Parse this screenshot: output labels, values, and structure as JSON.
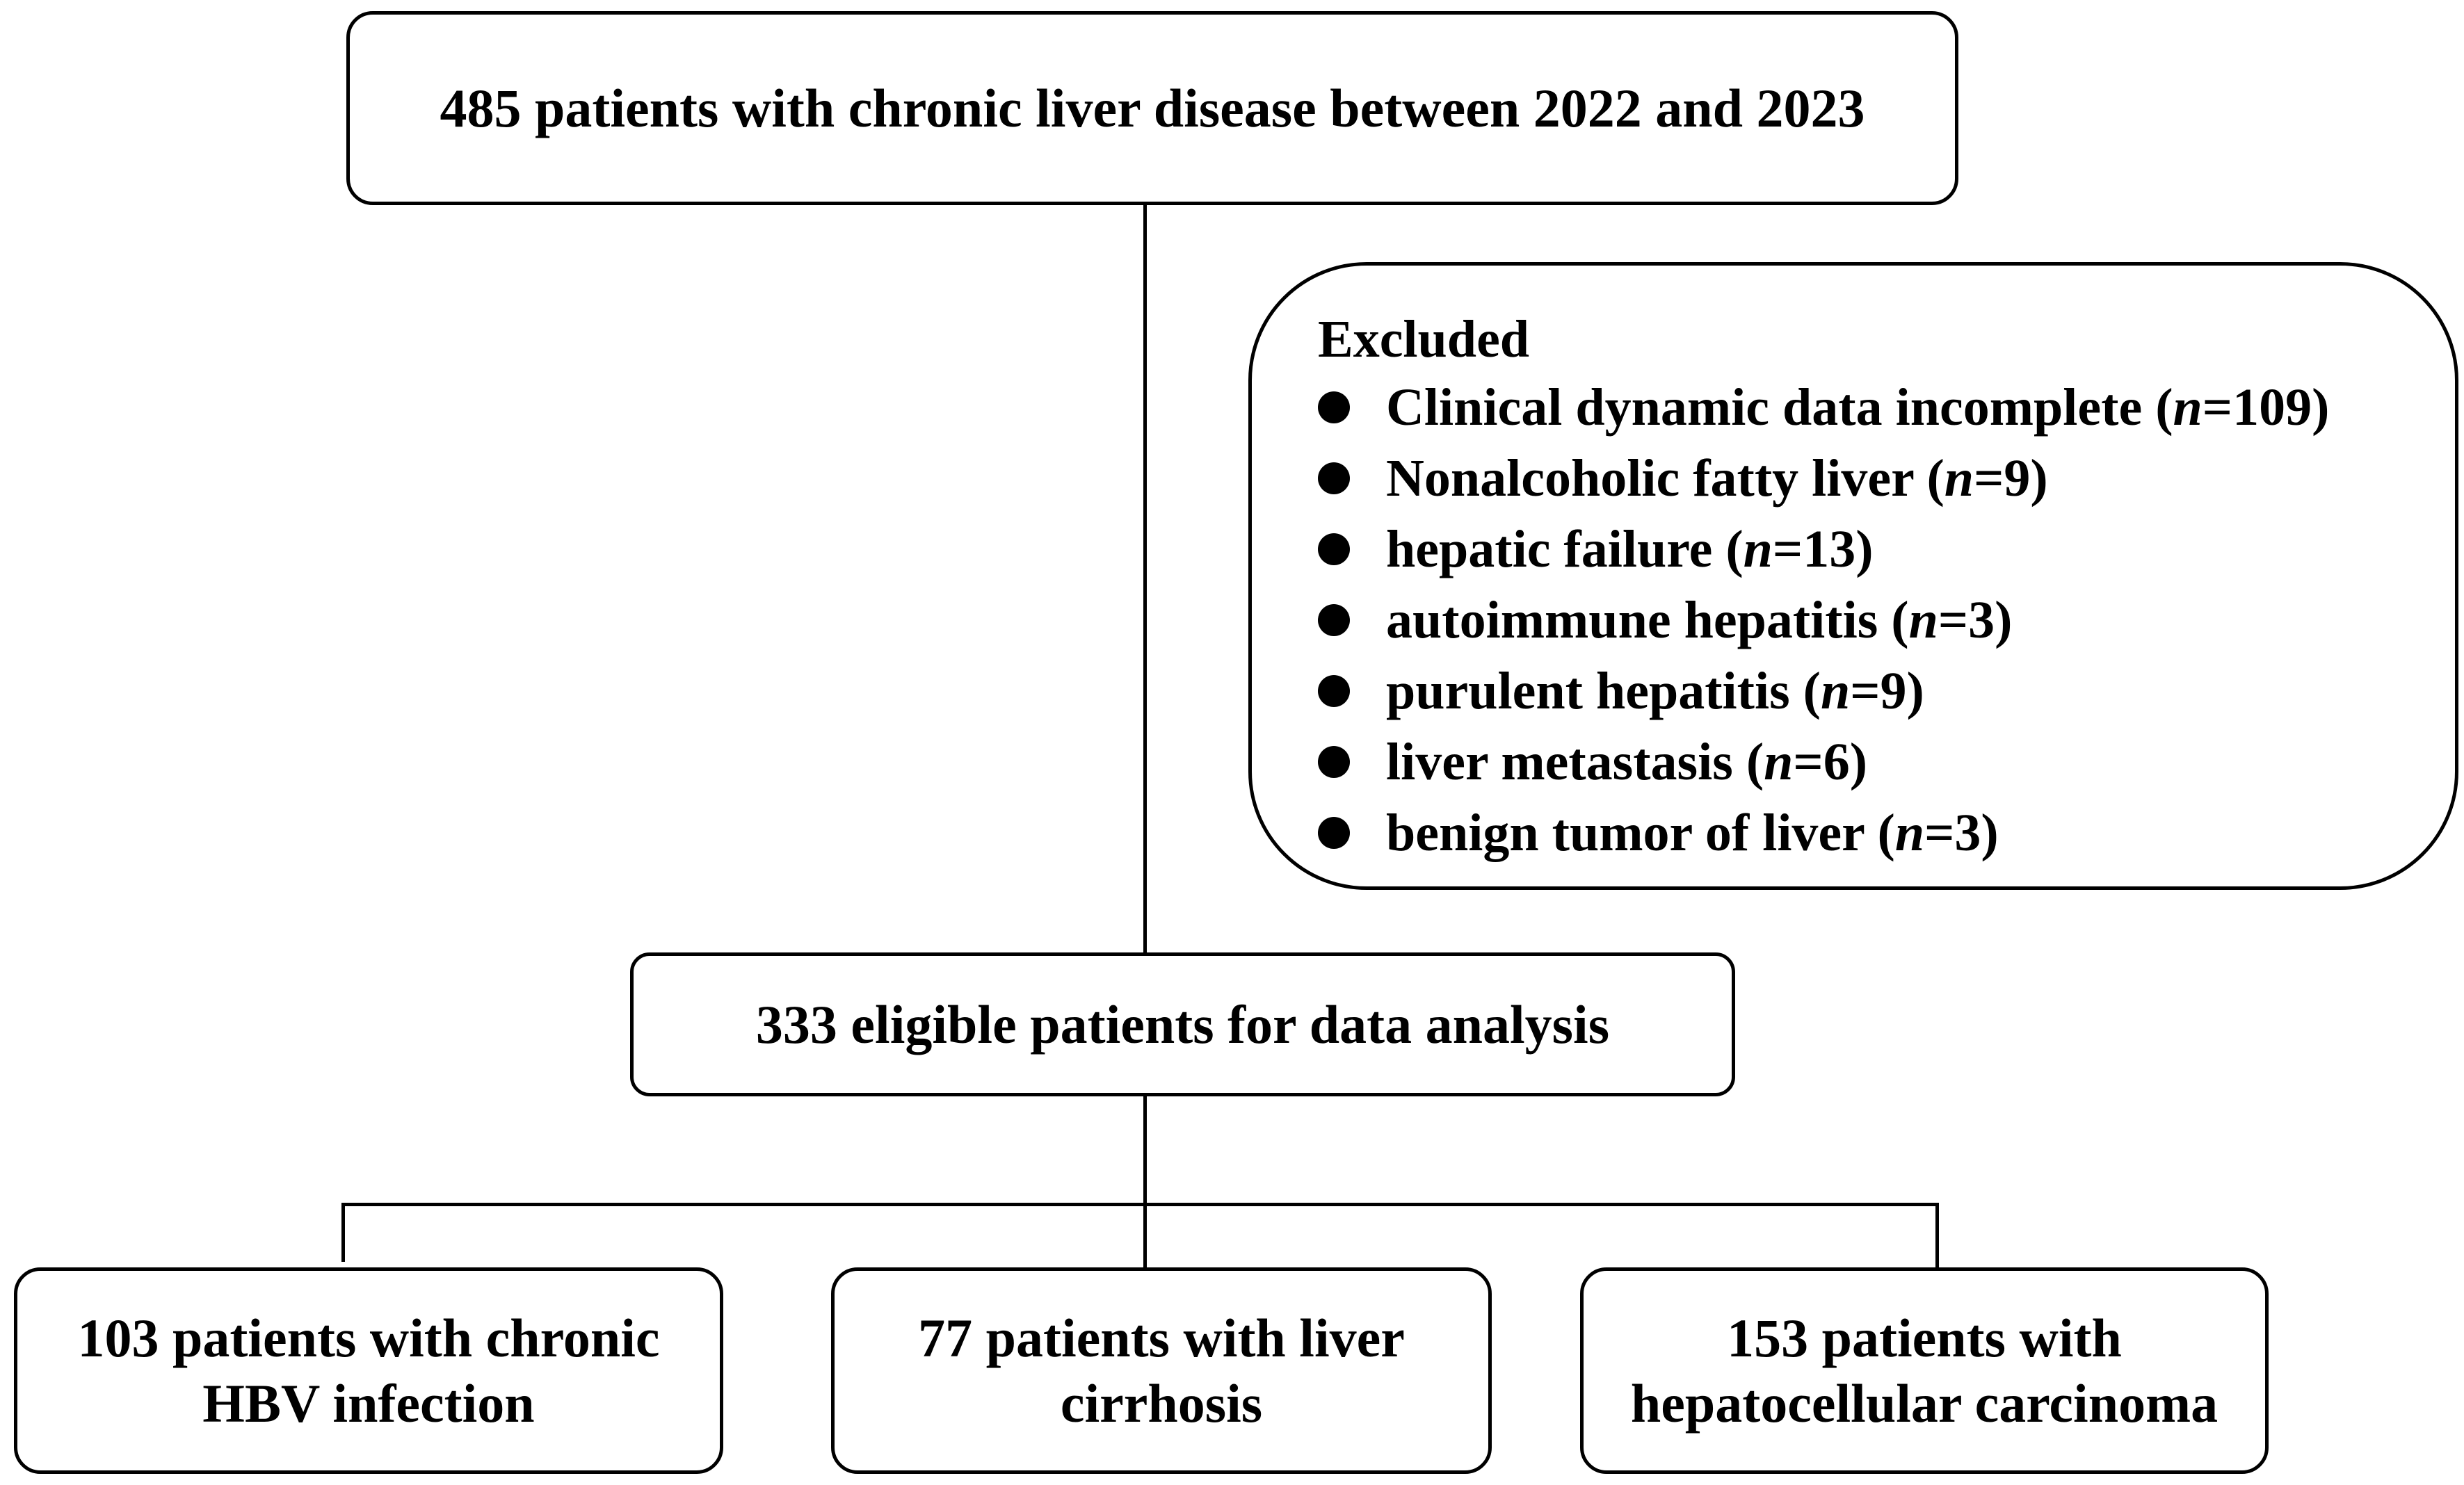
{
  "top_box": {
    "text": "485 patients with chronic liver disease between 2022 and 2023"
  },
  "excluded": {
    "title": "Excluded",
    "items": [
      {
        "label": "Clinical dynamic data incomplete (",
        "n": "n",
        "count": "=109)"
      },
      {
        "label": "Nonalcoholic fatty liver (",
        "n": "n",
        "count": "=9)"
      },
      {
        "label": "hepatic failure (",
        "n": "n",
        "count": "=13)"
      },
      {
        "label": "autoimmune hepatitis (",
        "n": "n",
        "count": "=3)"
      },
      {
        "label": "purulent hepatitis (",
        "n": "n",
        "count": "=9)"
      },
      {
        "label": "liver metastasis (",
        "n": "n",
        "count": "=6)"
      },
      {
        "label": "benign tumor of liver (",
        "n": "n",
        "count": "=3)"
      }
    ]
  },
  "middle_box": {
    "text": "333 eligible patients for data analysis"
  },
  "outcomes": [
    {
      "line1": "103 patients with chronic",
      "line2": "HBV infection"
    },
    {
      "line1": "77 patients with liver",
      "line2": "cirrhosis"
    },
    {
      "line1": "153 patients with",
      "line2": "hepatocellular carcinoma"
    }
  ]
}
